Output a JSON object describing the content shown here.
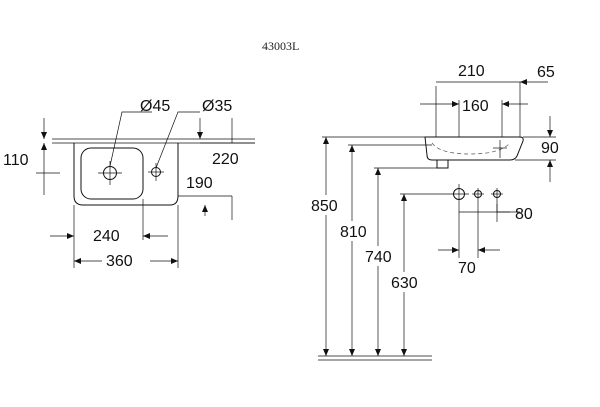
{
  "model_code": "43003L",
  "plan_view": {
    "hole_diameter_large": "Ø45",
    "hole_diameter_small": "Ø35",
    "dim_left_depth": "110",
    "dim_right_depth": "220",
    "dim_bowl_depth": "190",
    "dim_bowl_width": "240",
    "dim_total_width": "360"
  },
  "side_view": {
    "dim_top_width": "210",
    "dim_top_offset": "65",
    "dim_inner_width": "160",
    "dim_basin_height": "90",
    "dim_rim_height": "850",
    "dim_outlet_height": "810",
    "dim_bottom_height": "740",
    "dim_drain_height": "630",
    "dim_tap_spacing": "80",
    "dim_drain_offset": "70"
  }
}
